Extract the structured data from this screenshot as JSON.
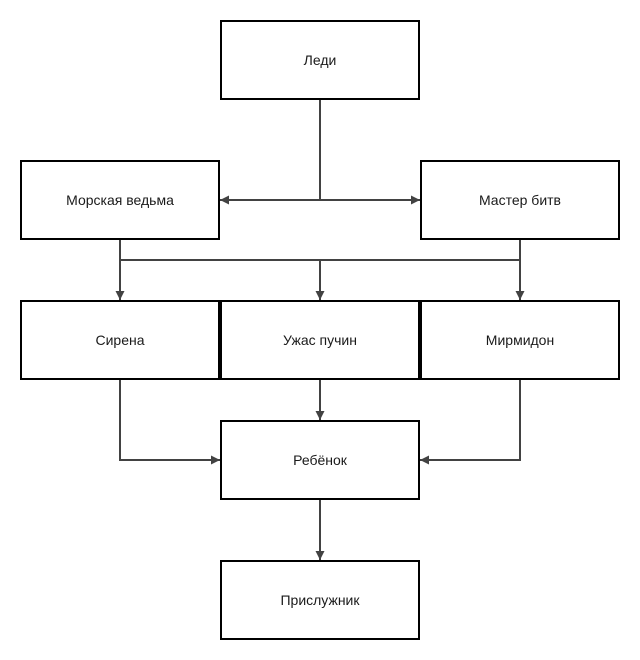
{
  "diagram": {
    "background": "#ffffff",
    "colors": {
      "node_fill": "#ffffff",
      "node_border": "#000000",
      "edge": "#424242",
      "label_text": "#1a1a1a"
    },
    "nodes": [
      {
        "id": "lady",
        "label": "Леди"
      },
      {
        "id": "sea-witch",
        "label": "Морская ведьма"
      },
      {
        "id": "battle-master",
        "label": "Мастер битв"
      },
      {
        "id": "siren",
        "label": "Сирена"
      },
      {
        "id": "terror-of-depths",
        "label": "Ужас пучин"
      },
      {
        "id": "myrmidon",
        "label": "Мирмидон"
      },
      {
        "id": "child",
        "label": "Ребёнок"
      },
      {
        "id": "minion",
        "label": "Прислужник"
      }
    ],
    "edges": [
      {
        "from": [
          "lady"
        ],
        "to": [
          "sea-witch",
          "battle-master"
        ]
      },
      {
        "from": [
          "sea-witch",
          "battle-master"
        ],
        "to": [
          "siren",
          "terror-of-depths",
          "myrmidon"
        ]
      },
      {
        "from": [
          "siren",
          "terror-of-depths",
          "myrmidon"
        ],
        "to": [
          "child"
        ]
      },
      {
        "from": [
          "child"
        ],
        "to": [
          "minion"
        ]
      }
    ]
  }
}
